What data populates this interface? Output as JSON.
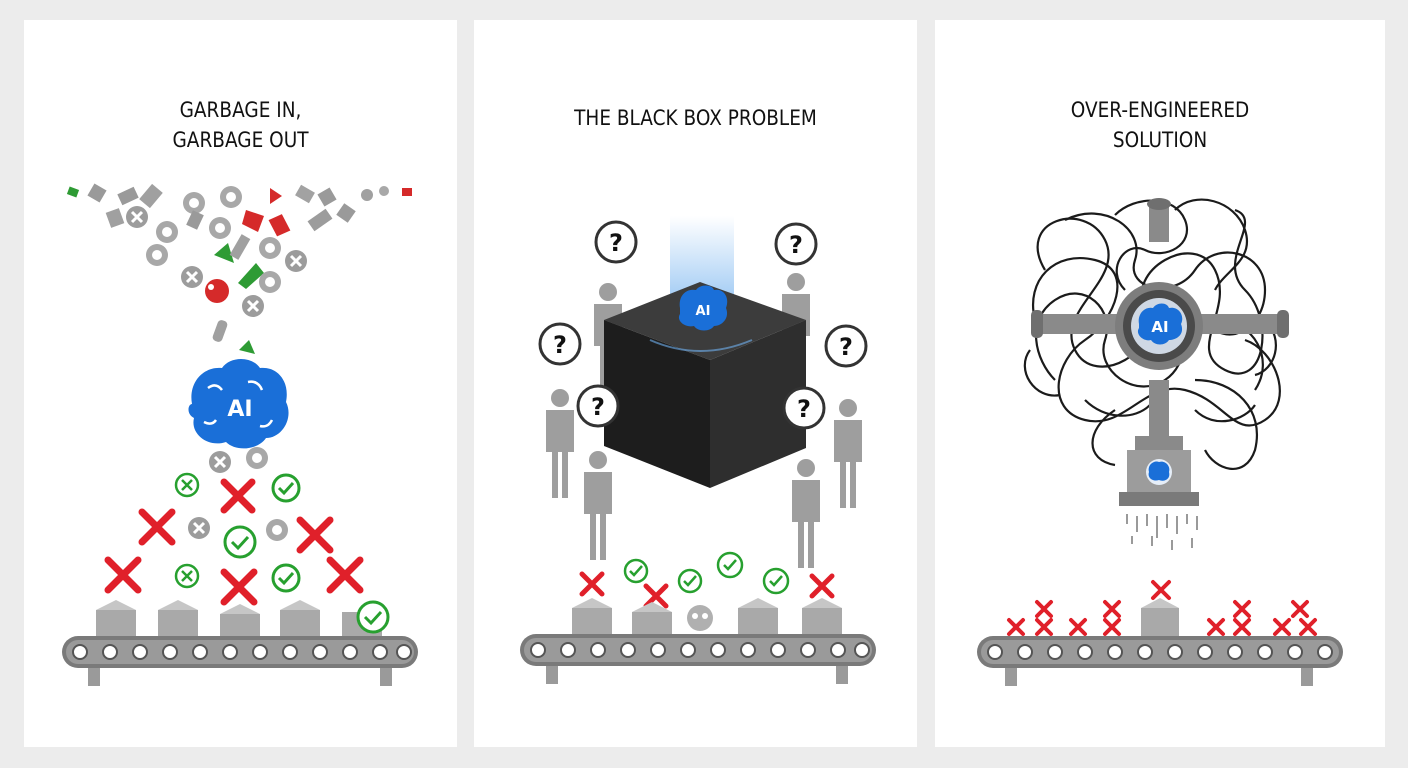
{
  "panels": [
    {
      "title_lines": [
        "GARBAGE IN,",
        "GARBAGE OUT"
      ],
      "badge": "AI"
    },
    {
      "title_lines": [
        "THE BLACK BOX PROBLEM"
      ],
      "badge": "AI",
      "question": "?"
    },
    {
      "title_lines": [
        "OVER-ENGINEERED",
        "SOLUTION"
      ],
      "badge": "AI"
    }
  ],
  "colors": {
    "ai_blue": "#1a6fd8",
    "error_red": "#e0202a",
    "ok_green": "#27a02f",
    "gray": "#8f8f8f",
    "box_dark": "#2a2a2a"
  }
}
